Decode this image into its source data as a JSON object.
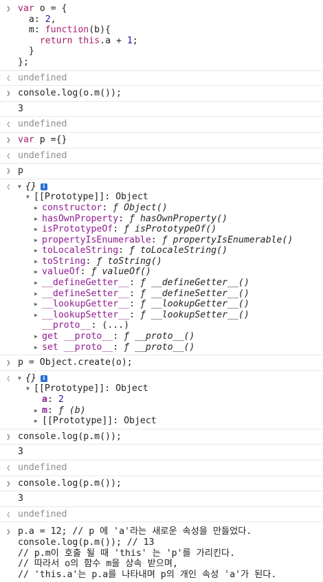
{
  "entries": {
    "e1": {
      "code": [
        "var o = {",
        "  a: 2,",
        "  m: function(b){",
        "    return this.a + 1;",
        "  }",
        "};"
      ]
    },
    "e1_result": "undefined",
    "e2_code": "console.log(o.m());",
    "e2_output": "3",
    "e2_result": "undefined",
    "e3_code": "var p ={}",
    "e3_result": "undefined",
    "e4_code": "p",
    "obj_preview": "{}",
    "proto_label": "[[Prototype]]",
    "proto_value": "Object",
    "proto_members": [
      {
        "name": "constructor",
        "sig": "Object()"
      },
      {
        "name": "hasOwnProperty",
        "sig": "hasOwnProperty()"
      },
      {
        "name": "isPrototypeOf",
        "sig": "isPrototypeOf()"
      },
      {
        "name": "propertyIsEnumerable",
        "sig": "propertyIsEnumerable()"
      },
      {
        "name": "toLocaleString",
        "sig": "toLocaleString()"
      },
      {
        "name": "toString",
        "sig": "toString()"
      },
      {
        "name": "valueOf",
        "sig": "valueOf()"
      },
      {
        "name": "__defineGetter__",
        "sig": "__defineGetter__()"
      },
      {
        "name": "__defineSetter__",
        "sig": "__defineSetter__()"
      },
      {
        "name": "__lookupGetter__",
        "sig": "__lookupGetter__()"
      },
      {
        "name": "__lookupSetter__",
        "sig": "__lookupSetter__()"
      }
    ],
    "proto_getter": {
      "name": "__proto__",
      "value": "(...)"
    },
    "proto_get": {
      "name": "get __proto__",
      "sig": "__proto__()"
    },
    "proto_set": {
      "name": "set __proto__",
      "sig": "__proto__()"
    },
    "f_symbol": "ƒ",
    "e5_code": "p = Object.create(o);",
    "e5_prop_a": {
      "name": "a",
      "value": "2"
    },
    "e5_prop_m": {
      "name": "m",
      "value": "(b)"
    },
    "e6_code": "console.log(p.m());",
    "e6_output": "3",
    "e6_result": "undefined",
    "e7_code": "console.log(p.m());",
    "e7_output": "3",
    "e7_result": "undefined",
    "e8": {
      "l1_code": "p.a = 12;",
      "l1_comment": " // p 에 'a'라는 새로운 속성을 만들었다.",
      "l2": "console.log(p.m()); // 13",
      "l3": "// p.m이 호출 될 때 'this' 는 'p'를 가리킨다.",
      "l4": "// 따라서 o의 함수 m을 상속 받으며,",
      "l5": "// 'this.a'는 p.a를 나타내며 p의 개인 속성 'a'가 된다."
    }
  }
}
